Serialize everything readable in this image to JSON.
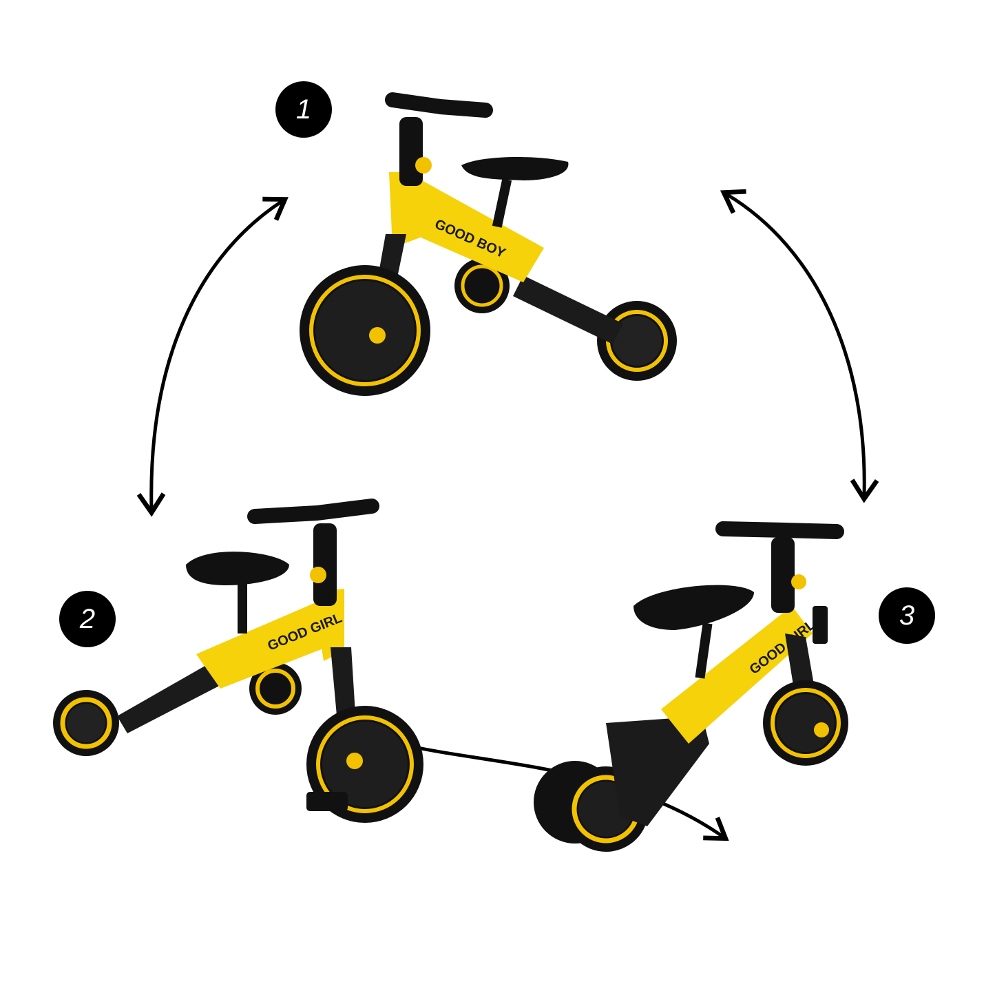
{
  "steps": [
    {
      "number": "1",
      "frame_text": "GOOD BOY",
      "config": "tricycle"
    },
    {
      "number": "2",
      "frame_text": "GOOD GIRL",
      "config": "pedal tricycle"
    },
    {
      "number": "3",
      "frame_text": "GOOD GIRL",
      "config": "balance bike"
    }
  ],
  "colors": {
    "frame": "#f5d20a",
    "tyre": "#111111",
    "accent": "#f2c200",
    "badge": "#000000",
    "arrow": "#000000"
  }
}
